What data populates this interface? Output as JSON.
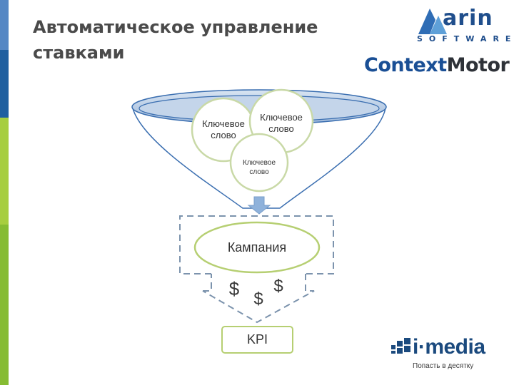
{
  "slide": {
    "title": "Автоматическое управление ставками",
    "accent_colors": [
      "#4a7bb8",
      "#1f5fa0",
      "#9cc93a",
      "#7bb32e"
    ]
  },
  "logos": {
    "marin": {
      "word": "arin",
      "sub": "SOFTWARE"
    },
    "contextmotor": {
      "part1": "Context",
      "part2": "Motor"
    },
    "imedia": {
      "word": "i·media",
      "tagline": "Попасть в десятку"
    }
  },
  "diagram": {
    "keyword_left": "Ключевое слово",
    "keyword_right": "Ключевое слово",
    "keyword_bottom": "Ключевое слово",
    "campaign": "Кампания",
    "dollars": [
      "$",
      "$",
      "$"
    ],
    "kpi": "KPI"
  }
}
